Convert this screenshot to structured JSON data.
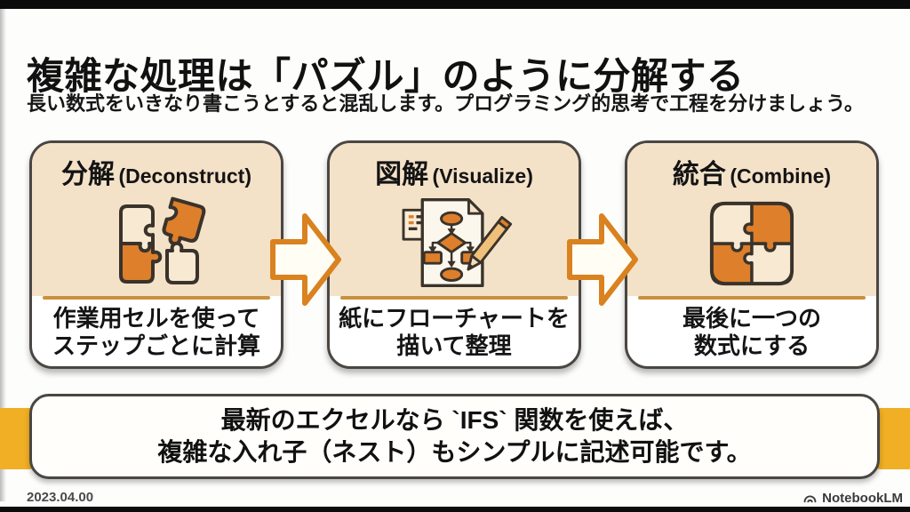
{
  "header": {
    "title": "複雑な処理は「パズル」のように分解する",
    "subtitle": "長い数式をいきなり書こうとすると混乱します。プログラミング的思考で工程を分けましょう。"
  },
  "cards": [
    {
      "title_jp": "分解",
      "title_en": "(Deconstruct)",
      "icon": "puzzle-pieces-scattered-icon",
      "line1": "作業用セルを使って",
      "line2": "ステップごとに計算"
    },
    {
      "title_jp": "図解",
      "title_en": "(Visualize)",
      "icon": "flowchart-document-icon",
      "line1": "紙にフローチャートを",
      "line2": "描いて整理"
    },
    {
      "title_jp": "統合",
      "title_en": "(Combine)",
      "icon": "puzzle-assembled-icon",
      "line1": "最後に一つの",
      "line2": "数式にする"
    }
  ],
  "callout": {
    "line1": "最新のエクセルなら `IFS` 関数を使えば、",
    "line2": "複雑な入れ子（ネスト）もシンプルに記述可能です。"
  },
  "footer": {
    "date": "2023.04.00",
    "brand": "NotebookLM"
  },
  "colors": {
    "accent_orange": "#DE7F2B",
    "arrow_stroke": "#D9821F",
    "card_cream": "#F4E2C8",
    "separator_gold": "#C9913E",
    "tab_yellow": "#F0AF24",
    "card_border": "#4A4642",
    "text_dark": "#141414",
    "footer_gray": "#4A4A4A"
  }
}
